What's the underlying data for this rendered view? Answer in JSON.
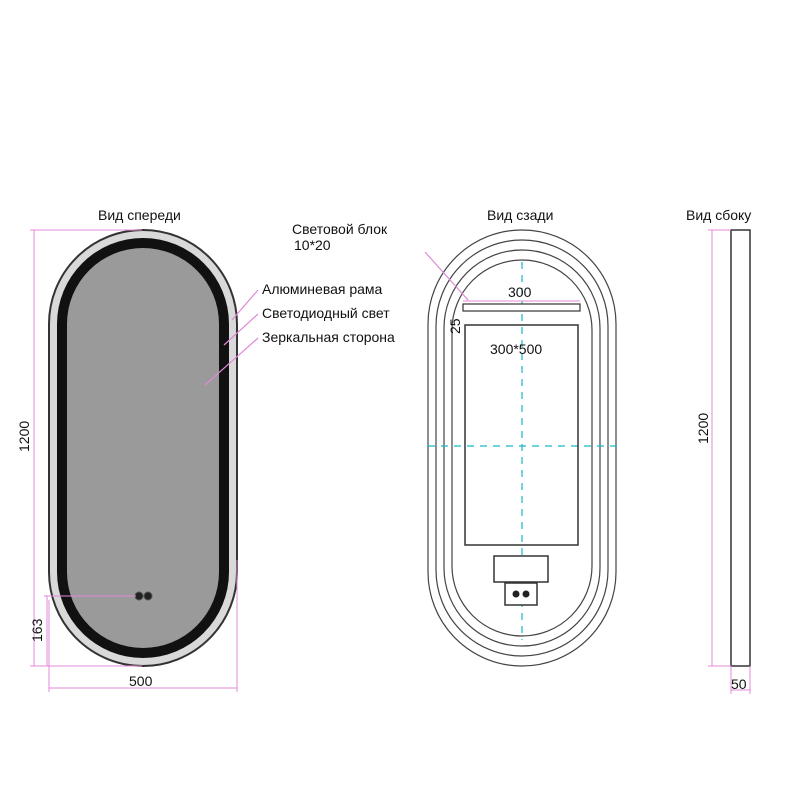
{
  "views": {
    "front": "Вид спереди",
    "back": "Вид сзади",
    "side": "Вид сбоку"
  },
  "callouts": {
    "frame": "Алюминевая рама",
    "led": "Светодиодный свет",
    "mirror": "Зеркальная сторона",
    "light_unit": "Световой блок",
    "light_unit_size": "10*20"
  },
  "dimensions": {
    "front_height": "1200",
    "front_width": "500",
    "front_sensor_offset": "163",
    "back_bracket_width": "300",
    "back_bracket_offset": "25",
    "back_panel_size": "300*500",
    "side_height": "1200",
    "side_depth": "50"
  },
  "colors": {
    "dimension_line": "#e08ad8",
    "center_line": "#19b6c8",
    "outline": "#333333",
    "glass": "#9a9a9a",
    "led_band": "#111111"
  }
}
